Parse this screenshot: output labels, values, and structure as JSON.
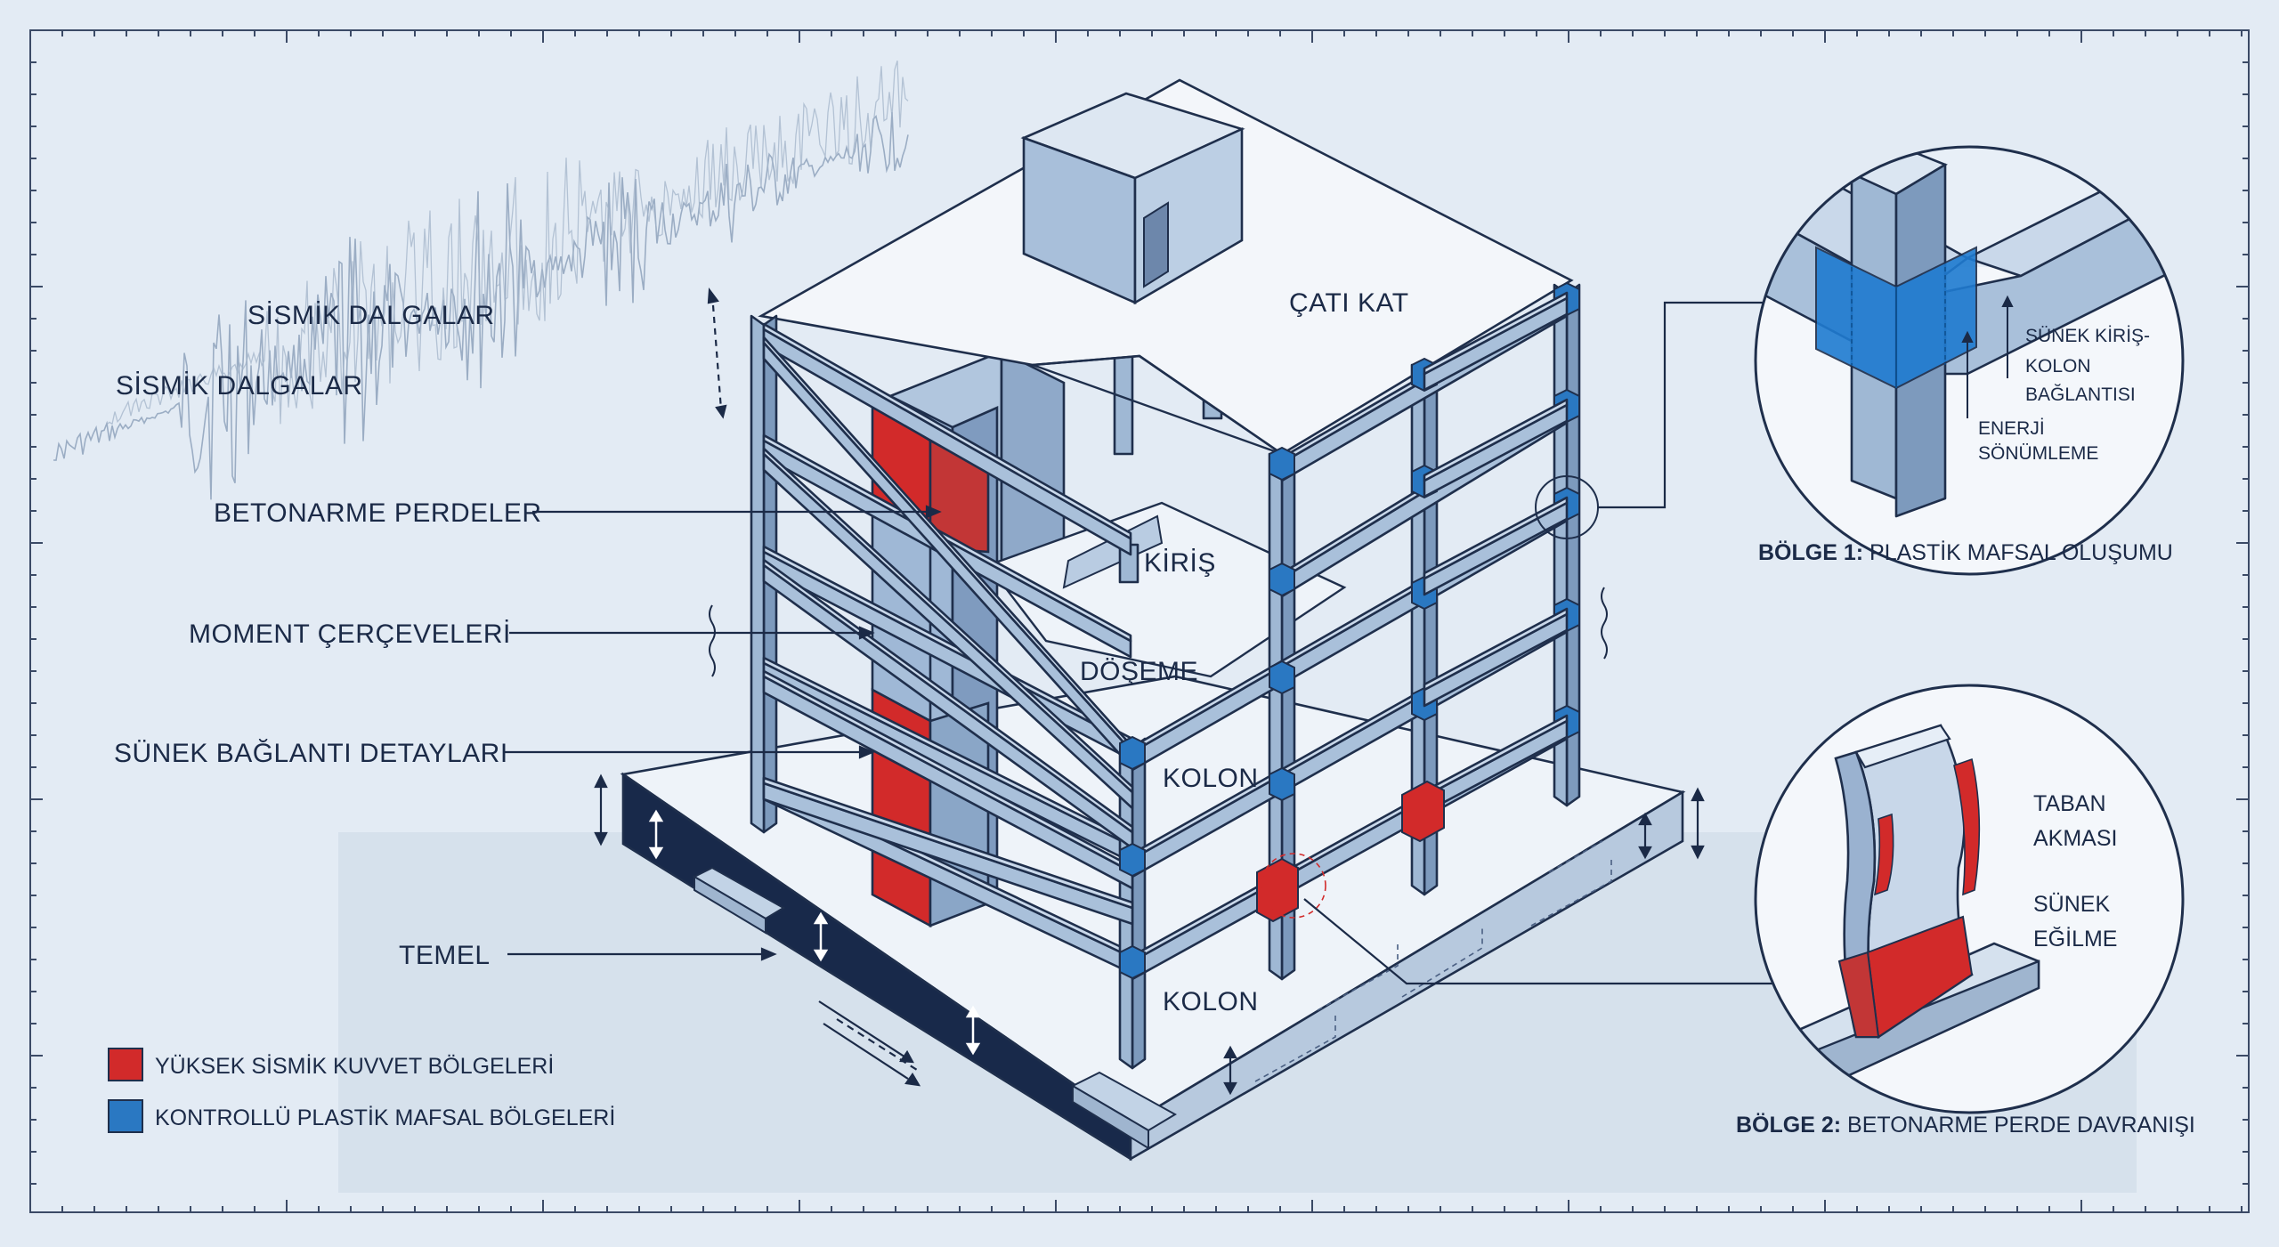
{
  "labels": {
    "seismic_1": "SİSMİK DALGALAR",
    "seismic_2": "SİSMİK DALGALAR",
    "shear_walls": "BETONARME PERDELER",
    "moment_frames": "MOMENT ÇERÇEVELERİ",
    "ductile_details": "SÜNEK BAĞLANTI DETAYLARI",
    "foundation": "TEMEL",
    "roof": "ÇATI KAT",
    "beam": "KİRİŞ",
    "slab": "DÖŞEME",
    "column_1": "KOLON",
    "column_2": "KOLON"
  },
  "detail_1": {
    "caption_bold": "BÖLGE 1:",
    "caption_rest": " PLASTİK MAFSAL OLUŞUMU",
    "note_connection": [
      "SÜNEK KİRİŞ-",
      "KOLON",
      "BAĞLANTISI"
    ],
    "note_energy": [
      "ENERJİ",
      "SÖNÜMLEME"
    ]
  },
  "detail_2": {
    "caption_bold": "BÖLGE 2:",
    "caption_rest": " BETONARME PERDE DAVRANIŞI",
    "note_base": [
      "TABAN",
      "AKMASI"
    ],
    "note_bending": [
      "SÜNEK",
      "EĞİLME"
    ]
  },
  "legend": [
    {
      "label": "YÜKSEK SİSMİK KUVVET BÖLGELERİ",
      "color": "#d22a2a"
    },
    {
      "label": "KONTROLLÜ PLASTİK MAFSAL BÖLGELERİ",
      "color": "#2a78c2"
    }
  ],
  "colors": {
    "background": "#e3ebf4",
    "structure": "#a9c0da",
    "outline": "#1f2f4c",
    "foundation_dark": "#18294a",
    "high_force_red": "#d22a2a",
    "plastic_hinge_blue": "#2a78c2"
  }
}
